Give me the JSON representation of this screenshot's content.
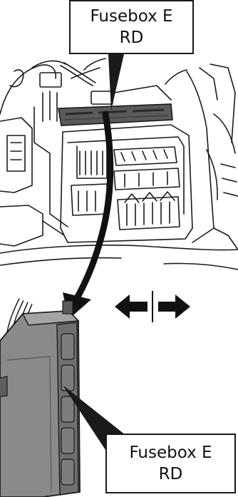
{
  "callouts": {
    "top": {
      "line1": "Fusebox E",
      "line2": "RD"
    },
    "bottom": {
      "line1": "Fusebox E",
      "line2": "RD"
    }
  },
  "icons": [
    "swap-horizontal-arrows-icon",
    "curved-pointer-arrow-icon",
    "connector-icon",
    "ecu-module-icon"
  ],
  "colors": {
    "line": "#1a1a1a",
    "module_fill": "#8a8a8a",
    "module_dark": "#5e5e5e",
    "connector_fill": "#5a5a5a"
  }
}
